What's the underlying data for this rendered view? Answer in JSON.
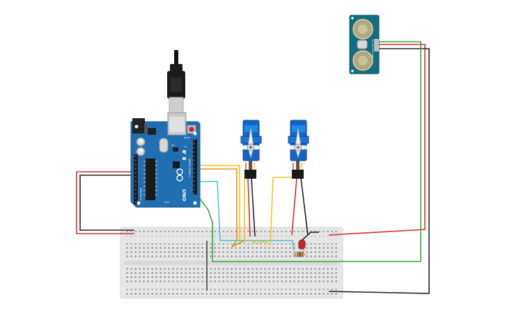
{
  "arduino": {
    "brand_text": "UNO",
    "digital_header_label": "DIGITAL (PWM~)",
    "analog_header_label": "ANALOG IN",
    "on_label": "ON",
    "tx_label": "TX",
    "rx_label": "RX",
    "reset_label": "RESET",
    "icsp_label": "ICSP"
  },
  "ultrasonic": {
    "pins_label": "VCC TRIG ECHO GND"
  },
  "colors": {
    "board_blue": "#1f6fb2",
    "breadboard": "#e6e6e6",
    "servo_blue": "#1565c0",
    "sensor_teal": "#0e6e84",
    "wire_red": "#d32f2f",
    "wire_black": "#222222",
    "wire_green": "#2eaa3a",
    "wire_yellow": "#f2c318",
    "wire_orange": "#e8901a",
    "wire_cyan": "#4ec1d0",
    "led_red": "#c62828"
  },
  "icons": [
    "usb-plug-icon",
    "servo-motor-icon",
    "ultrasonic-sensor-icon",
    "led-icon",
    "resistor-icon"
  ]
}
